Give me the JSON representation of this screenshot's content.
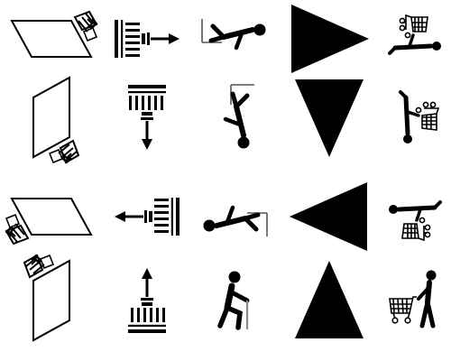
{
  "colors": {
    "ink": "#000000",
    "background": "#ffffff"
  },
  "grid": {
    "rows": 4,
    "columns": 5,
    "column_subjects": [
      "hatched-parallelogram",
      "comb-with-arrow",
      "stick-figure",
      "solid-triangle",
      "stick-figure-with-shopping-cart"
    ],
    "row_orientations": [
      "right",
      "down",
      "left",
      "up"
    ]
  },
  "cells": [
    {
      "row": 0,
      "column": 0,
      "icon": "parallelogram-hatch-right-icon"
    },
    {
      "row": 0,
      "column": 1,
      "icon": "comb-arrow-right-icon"
    },
    {
      "row": 0,
      "column": 2,
      "icon": "figure-fall-right-icon"
    },
    {
      "row": 0,
      "column": 3,
      "icon": "triangle-right-icon"
    },
    {
      "row": 0,
      "column": 4,
      "icon": "cart-person-right-icon"
    },
    {
      "row": 1,
      "column": 0,
      "icon": "parallelogram-hatch-down-icon"
    },
    {
      "row": 1,
      "column": 1,
      "icon": "comb-arrow-down-icon"
    },
    {
      "row": 1,
      "column": 2,
      "icon": "figure-fall-down-icon"
    },
    {
      "row": 1,
      "column": 3,
      "icon": "triangle-down-icon"
    },
    {
      "row": 1,
      "column": 4,
      "icon": "cart-person-down-icon"
    },
    {
      "row": 2,
      "column": 0,
      "icon": "parallelogram-hatch-left-icon"
    },
    {
      "row": 2,
      "column": 1,
      "icon": "comb-arrow-left-icon"
    },
    {
      "row": 2,
      "column": 2,
      "icon": "figure-fall-left-icon"
    },
    {
      "row": 2,
      "column": 3,
      "icon": "triangle-left-icon"
    },
    {
      "row": 2,
      "column": 4,
      "icon": "cart-person-left-icon"
    },
    {
      "row": 3,
      "column": 0,
      "icon": "parallelogram-hatch-up-icon"
    },
    {
      "row": 3,
      "column": 1,
      "icon": "comb-arrow-up-icon"
    },
    {
      "row": 3,
      "column": 2,
      "icon": "figure-walk-up-icon"
    },
    {
      "row": 3,
      "column": 3,
      "icon": "triangle-up-icon"
    },
    {
      "row": 3,
      "column": 4,
      "icon": "cart-person-up-icon"
    }
  ]
}
